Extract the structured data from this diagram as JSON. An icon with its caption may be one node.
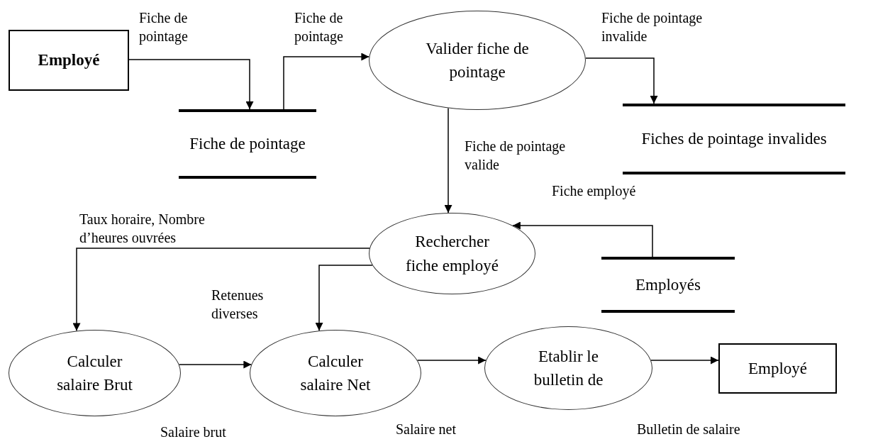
{
  "diagram": {
    "nodes": [
      {
        "text": [
          "Employé"
        ]
      },
      {
        "text": [
          "Fiche de pointage"
        ]
      },
      {
        "text": [
          "Valider fiche de pointage"
        ]
      },
      {
        "text": [
          "Fiches de pointage invalides"
        ]
      },
      {
        "text": [
          "Rechercher fiche employé"
        ]
      },
      {
        "text": [
          "Employés"
        ]
      },
      {
        "text": [
          "Calculer salaire Brut"
        ]
      },
      {
        "text": [
          "Calculer salaire Net"
        ]
      },
      {
        "text": [
          "Etablir le bulletin de"
        ]
      },
      {
        "text": [
          "Employé"
        ]
      }
    ],
    "edges": [
      {
        "from": 0,
        "to": 1,
        "arrow": "to",
        "label": "Fiche de pointage"
      },
      {
        "from": 1,
        "to": 2,
        "arrow": "to",
        "label": "Fiche de pointage"
      },
      {
        "from": 2,
        "to": 3,
        "arrow": "to",
        "label": "Fiche de pointage invalide"
      },
      {
        "from": 2,
        "to": 4,
        "arrow": "to",
        "label": "Fiche de pointage valide"
      },
      {
        "from": 5,
        "to": 4,
        "arrow": "to",
        "label": "Fiche employé"
      },
      {
        "from": 4,
        "to": 6,
        "arrow": "to",
        "label": "Taux horaire, Nombre d’heures ouvrées"
      },
      {
        "from": 4,
        "to": 7,
        "arrow": "to",
        "label": "Retenues diverses"
      },
      {
        "from": 6,
        "to": 7,
        "arrow": "to",
        "label": "Salaire brut"
      },
      {
        "from": 7,
        "to": 8,
        "arrow": "to",
        "label": "Salaire net"
      },
      {
        "from": 8,
        "to": 9,
        "arrow": "to",
        "label": "Bulletin de salaire"
      }
    ]
  }
}
